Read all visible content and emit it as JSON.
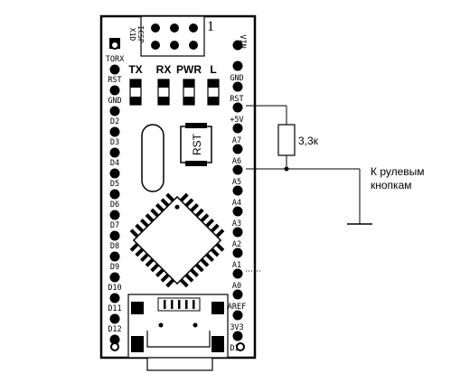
{
  "board": {
    "icsp_label": "ICSP",
    "x1d_label": "X1D",
    "header_number": "1",
    "rst_button_label": "RST",
    "leds": [
      "TX",
      "RX",
      "PWR",
      "L"
    ],
    "left_pins": [
      "TORX",
      "RST",
      "GND",
      "D2",
      "D3",
      "D4",
      "D5",
      "D6",
      "D7",
      "D8",
      "D9",
      "D10",
      "D11",
      "D12"
    ],
    "right_pins": [
      "VIN",
      "GND",
      "RST",
      "+5V",
      "A7",
      "A6",
      "A5",
      "A4",
      "A3",
      "A2",
      "A1",
      "A0",
      "AREF",
      "3V3",
      "D13"
    ]
  },
  "circuit": {
    "resistor_value": "3,3к",
    "target_line1": "К рулевым",
    "target_line2": "кнопкам"
  }
}
